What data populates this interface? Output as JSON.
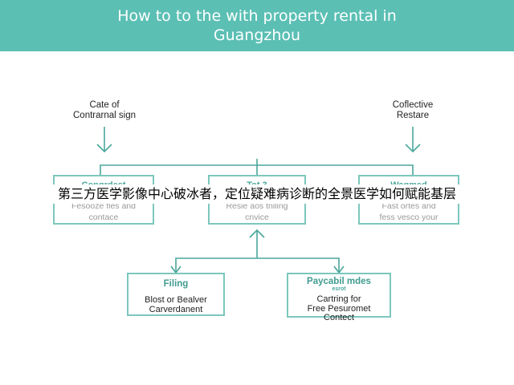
{
  "header": {
    "title_line1": "How to to the with property rental in",
    "title_line2": "Guangzhou",
    "bg_color": "#5bbfb4"
  },
  "top_labels": {
    "left_line1": "Cate of",
    "left_line2": "Contrarnal sign",
    "right_line1": "Coflective",
    "right_line2": "Restare"
  },
  "boxes": [
    {
      "title": "Congrdest",
      "body_line1": "Fesooze fles and",
      "body_line2": "contace"
    },
    {
      "title": "Tot 3",
      "body_line1": "Resie aos tniling",
      "body_line2": "cnvice"
    },
    {
      "title": "Wagmed",
      "body_line1": "Fast ortes and",
      "body_line2": "fess vesco your"
    }
  ],
  "bottom_boxes": [
    {
      "title": "Filing",
      "subtitle": "",
      "body_line1": "Blost or Bealver",
      "body_line2": "Carverdanent",
      "body_line3": ""
    },
    {
      "title": "Paycabil mdes",
      "subtitle": "esrot",
      "body_line1": "Cartring for",
      "body_line2": "Free Pesuromet",
      "body_line3": "Contect"
    }
  ],
  "overlay_caption": "第三方医学影像中心破冰者，定位疑难病诊断的全景医学如何赋能基层",
  "colors": {
    "accent": "#5bbfb4",
    "line": "#4aa79b",
    "box_border": "#7cc7bd"
  }
}
